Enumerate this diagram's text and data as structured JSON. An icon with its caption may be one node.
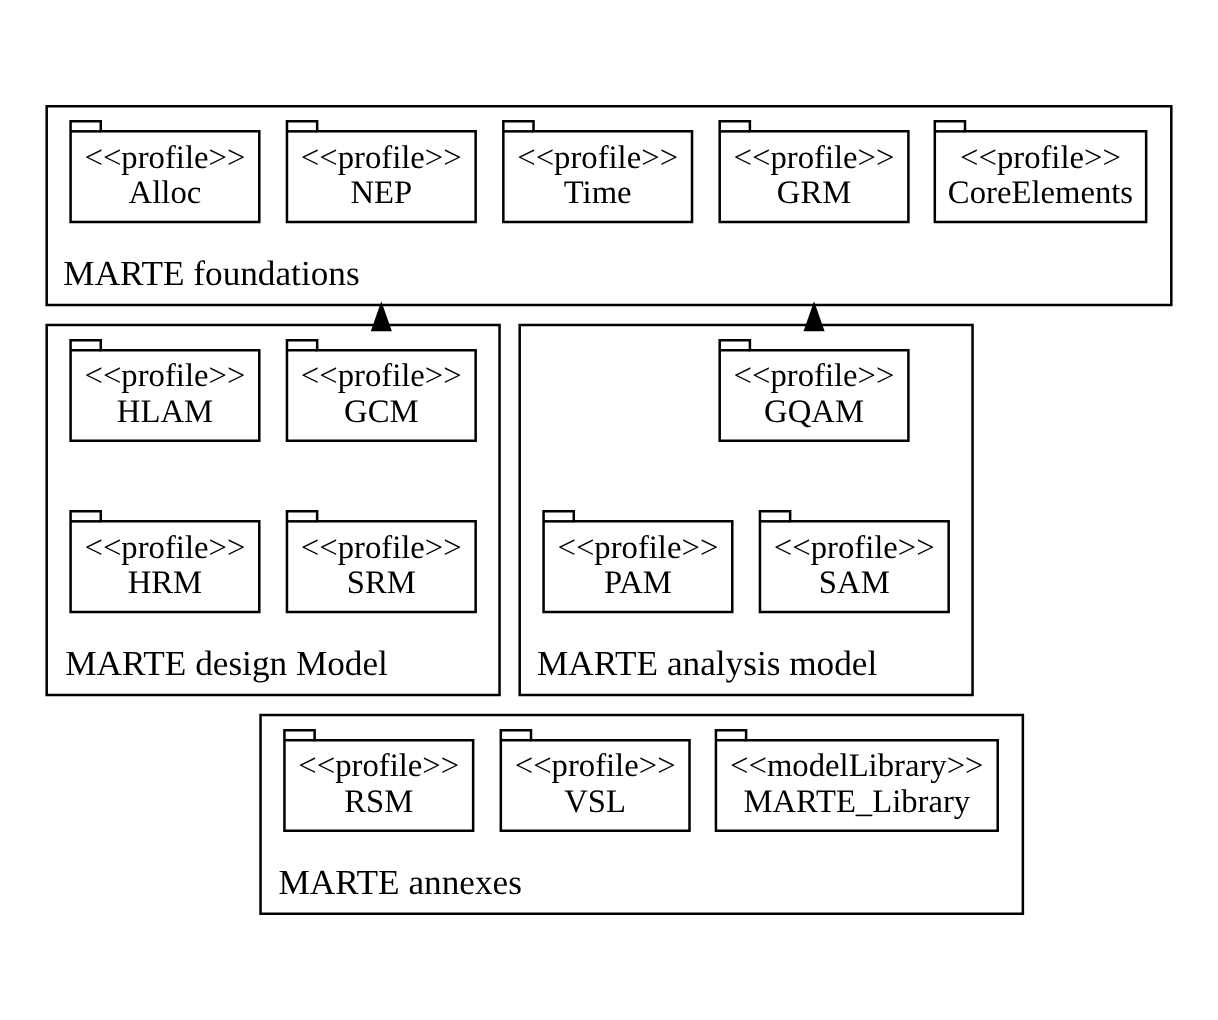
{
  "diagram": {
    "nodes": [
      {
        "text": [
          "MARTE foundations"
        ]
      },
      {
        "text": [
          "<<profile>>",
          "CoreElements"
        ],
        "in": 0
      },
      {
        "text": [
          "<<profile>>",
          "NEP"
        ],
        "in": 0
      },
      {
        "text": [
          "<<profile>>",
          "Time"
        ],
        "in": 0
      },
      {
        "text": [
          "<<profile>>",
          "GRM"
        ],
        "in": 0
      },
      {
        "text": [
          "<<profile>>",
          "Alloc"
        ],
        "in": 0
      },
      {
        "text": [
          "MARTE design Model"
        ]
      },
      {
        "text": [
          "<<profile>>",
          "GCM"
        ],
        "in": 6
      },
      {
        "text": [
          "<<profile>>",
          "HLAM"
        ],
        "in": 6
      },
      {
        "text": [
          "<<profile>>",
          "SRM"
        ],
        "in": 6
      },
      {
        "text": [
          "<<profile>>",
          "HRM"
        ],
        "in": 6
      },
      {
        "text": [
          "MARTE analysis model"
        ]
      },
      {
        "text": [
          "<<profile>>",
          "GQAM"
        ],
        "in": 11
      },
      {
        "text": [
          "<<profile>>",
          "SAM"
        ],
        "in": 11
      },
      {
        "text": [
          "<<profile>>",
          "PAM"
        ],
        "in": 11
      },
      {
        "text": [
          "MARTE annexes"
        ]
      },
      {
        "text": [
          "<<profile>>",
          "VSL"
        ],
        "in": 15
      },
      {
        "text": [
          "<<profile>>",
          "RSM"
        ],
        "in": 15
      },
      {
        "text": [
          "<<modelLibrary>>",
          "MARTE_Library"
        ],
        "in": 15
      }
    ],
    "edges": [
      {
        "from": 6,
        "to": 0,
        "arrow": "to"
      },
      {
        "from": 11,
        "to": 0,
        "arrow": "to"
      }
    ]
  }
}
